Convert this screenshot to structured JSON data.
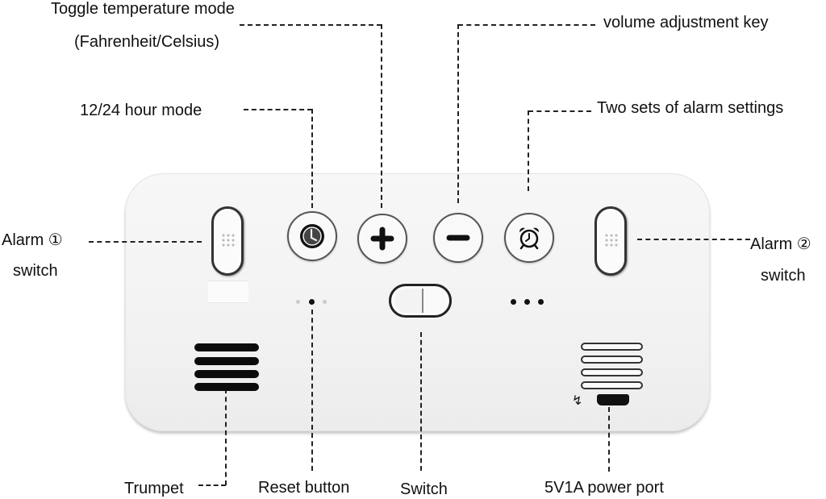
{
  "diagram": {
    "subject": "Alarm clock back panel",
    "labels": {
      "toggle_temp_line1": "Toggle temperature mode",
      "toggle_temp_line2": "(Fahrenheit/Celsius)",
      "hour_mode": "12/24 hour mode",
      "volume": "volume adjustment key",
      "two_alarms": "Two sets of alarm settings",
      "alarm1_line1": "Alarm ①",
      "alarm1_line2": "switch",
      "alarm2_line1": "Alarm ②",
      "alarm2_line2": "switch",
      "trumpet": "Trumpet",
      "reset": "Reset button",
      "switch": "Switch",
      "power": "5V1A power port"
    },
    "buttons": [
      {
        "name": "clock-mode-button",
        "icon": "clock-icon"
      },
      {
        "name": "plus-button",
        "icon": "plus-icon"
      },
      {
        "name": "minus-button",
        "icon": "minus-icon"
      },
      {
        "name": "alarm-button",
        "icon": "alarm-clock-icon"
      }
    ],
    "usb_symbol": "↯",
    "colors": {
      "body": "#f3f3f3",
      "ink": "#111111",
      "outline": "#333333"
    }
  }
}
